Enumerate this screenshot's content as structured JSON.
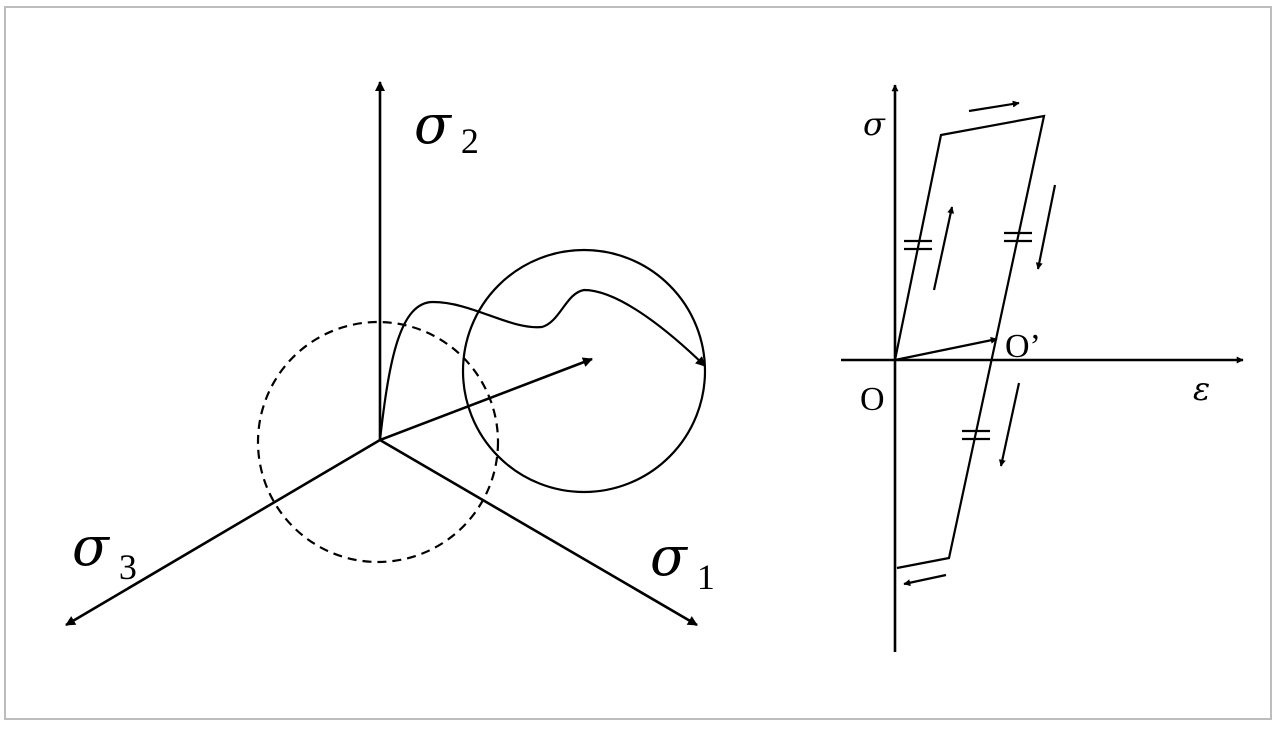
{
  "left_diagram": {
    "axes": [
      {
        "symbol": "σ",
        "subscript": "2"
      },
      {
        "symbol": "σ",
        "subscript": "3"
      },
      {
        "symbol": "σ",
        "subscript": "1"
      }
    ]
  },
  "right_diagram": {
    "y_axis_label": "σ",
    "x_axis_label": "ε",
    "origin_label": "O",
    "shifted_origin_label": "O’"
  }
}
